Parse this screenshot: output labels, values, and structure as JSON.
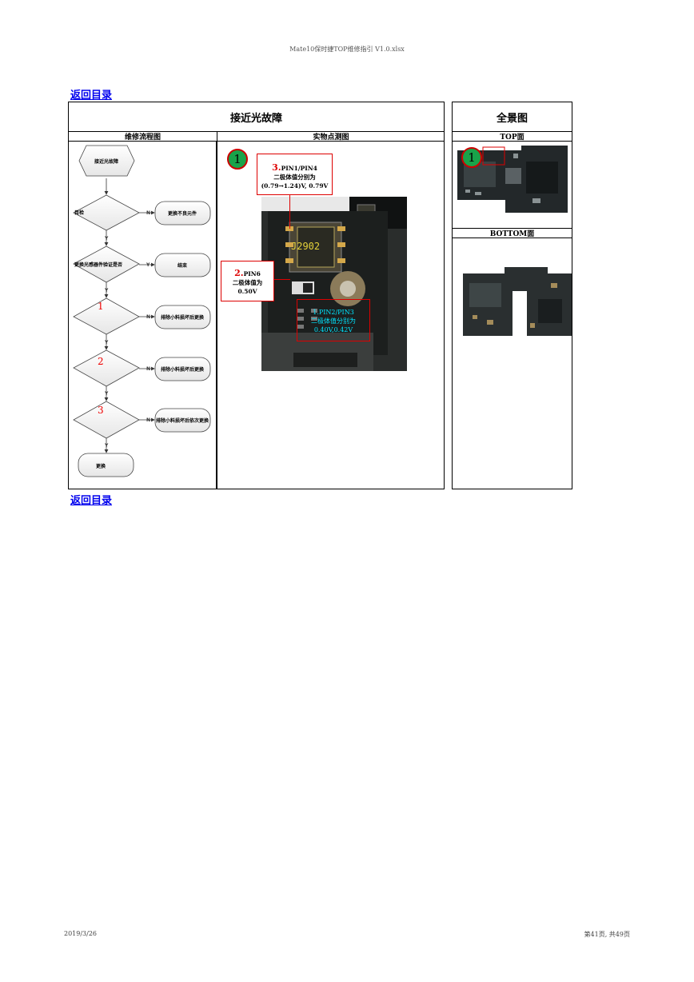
{
  "header": {
    "filename": "Mate10保时捷TOP维修指引 V1.0.xlsx"
  },
  "nav": {
    "back_top": "返回目录",
    "back_bottom": "返回目录"
  },
  "main": {
    "title": "接近光故障",
    "col_flow": "维修流程图",
    "col_measure": "实物点测图"
  },
  "overview": {
    "title": "全景图",
    "top_label": "TOP面",
    "bottom_label": "BOTTOM面",
    "marker": "1"
  },
  "flow": {
    "start": "接近光故障",
    "step1": "目检",
    "step1_no": "更换不良元件",
    "step2": "更换光感器件验证是否",
    "step2_yes": "结束",
    "d1": "1",
    "d1_no": "排除小料损坏后更换",
    "d2": "2",
    "d2_no": "排除小料损坏后更换",
    "d3": "3",
    "d3_no": "排除小料损坏后依次更换",
    "end": "更换",
    "label_n": "N",
    "label_y": "Y"
  },
  "measure": {
    "marker": "1",
    "c3_num": "3.",
    "c3_pin": "PIN1/PIN4",
    "c3_l2": "二极体值分别为",
    "c3_l3": "(0.79→1.24)V, 0.79V",
    "c2_num": "2.",
    "c2_pin": "PIN6",
    "c2_l2": "二极体值为",
    "c2_l3": "0.50V",
    "connector": "J2902",
    "c1_l1": "1.PIN2/PIN3",
    "c1_l2": "二极体值分别为",
    "c1_l3": "0.40V,0.42V"
  },
  "footer": {
    "date": "2019/3/26",
    "page": "第41页, 共49页"
  },
  "colors": {
    "link": "#0000ee",
    "red": "#dd0000",
    "green": "#19a34a",
    "cyan": "#00e5ff",
    "connector": "#e5d23a"
  }
}
